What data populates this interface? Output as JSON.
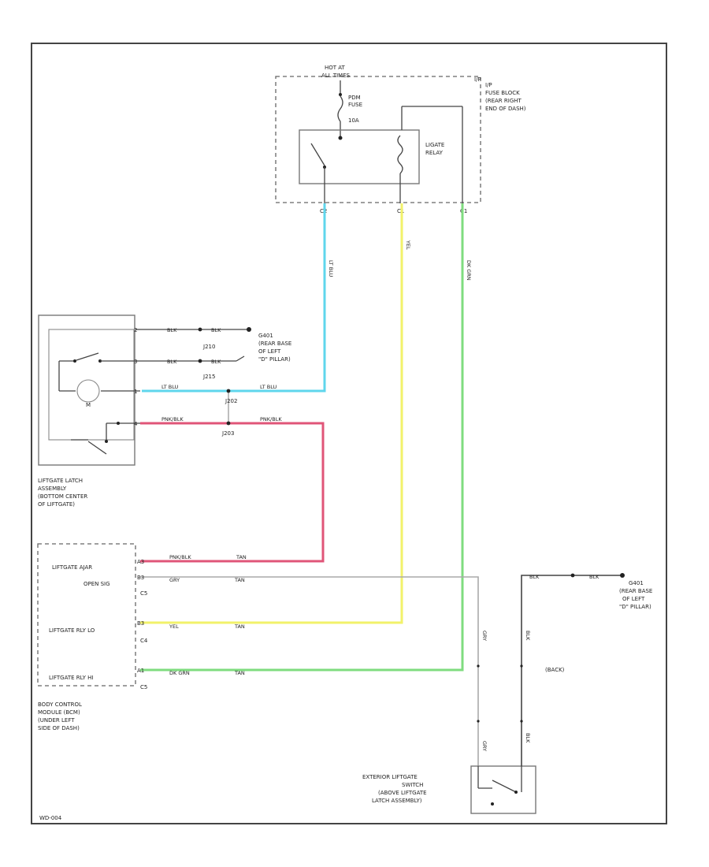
{
  "fuse_block": {
    "power_label": [
      "HOT AT",
      "ALL TIMES"
    ],
    "fuse_name": [
      "PDM",
      "FUSE"
    ],
    "fuse_rating": "10A",
    "location": [
      "I/P",
      "FUSE BLOCK",
      "(REAR RIGHT",
      "END OF DASH)"
    ],
    "relay_name": [
      "LIGATE",
      "RELAY"
    ]
  },
  "wires": {
    "lt_blu": "LT BLU",
    "yel": "YEL",
    "dk_grn": "DK GRN",
    "blk": "BLK",
    "ppl_blk": "PNK/BLK",
    "gry": "GRY",
    "pnk_blk": "PNK/BLK",
    "tan": "TAN"
  },
  "grounds": {
    "g1": [
      "G401",
      "(REAR BASE",
      "OF LEFT",
      "\"D\" PILLAR)"
    ],
    "g2": [
      "G401",
      "(REAR BASE",
      "OF LEFT",
      "\"D\" PILLAR)"
    ],
    "j1": "J210",
    "j2": "J215",
    "j3": "J202",
    "j4": "J203"
  },
  "latch": {
    "title": [
      "LIFTGATE LATCH",
      "ASSEMBLY",
      "(BOTTOM CENTER",
      "OF LIFTGATE)"
    ],
    "motor": "M"
  },
  "bcm": {
    "pins": [
      {
        "label": "LIFTGATE AJAR",
        "label2": "OPEN SIG",
        "conn": "C5"
      },
      {
        "label": "LIFTGATE RLY LO",
        "conn": "C4"
      },
      {
        "label": "LIFTGATE RLY HI",
        "conn": "C5"
      }
    ],
    "title": [
      "BODY CONTROL",
      "MODULE (BCM)",
      "(UNDER LEFT",
      "SIDE OF DASH)"
    ]
  },
  "ext_switch": {
    "title": [
      "EXTERIOR LIFTGATE",
      "SWITCH",
      "(ABOVE LIFTGATE",
      "LATCH ASSEMBLY)"
    ],
    "note": [
      "(BACK)"
    ]
  },
  "footer": "WD-004"
}
